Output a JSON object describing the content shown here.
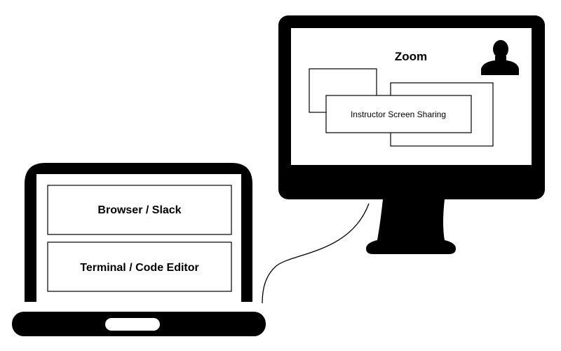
{
  "monitor": {
    "app_title": "Zoom",
    "share_label": "Instructor Screen Sharing",
    "avatar_icon": "person-silhouette-icon"
  },
  "laptop": {
    "top_pane_label": "Browser / Slack",
    "bottom_pane_label": "Terminal / Code Editor"
  },
  "colors": {
    "device_body": "#000000",
    "screen": "#ffffff",
    "outline": "#000000"
  }
}
